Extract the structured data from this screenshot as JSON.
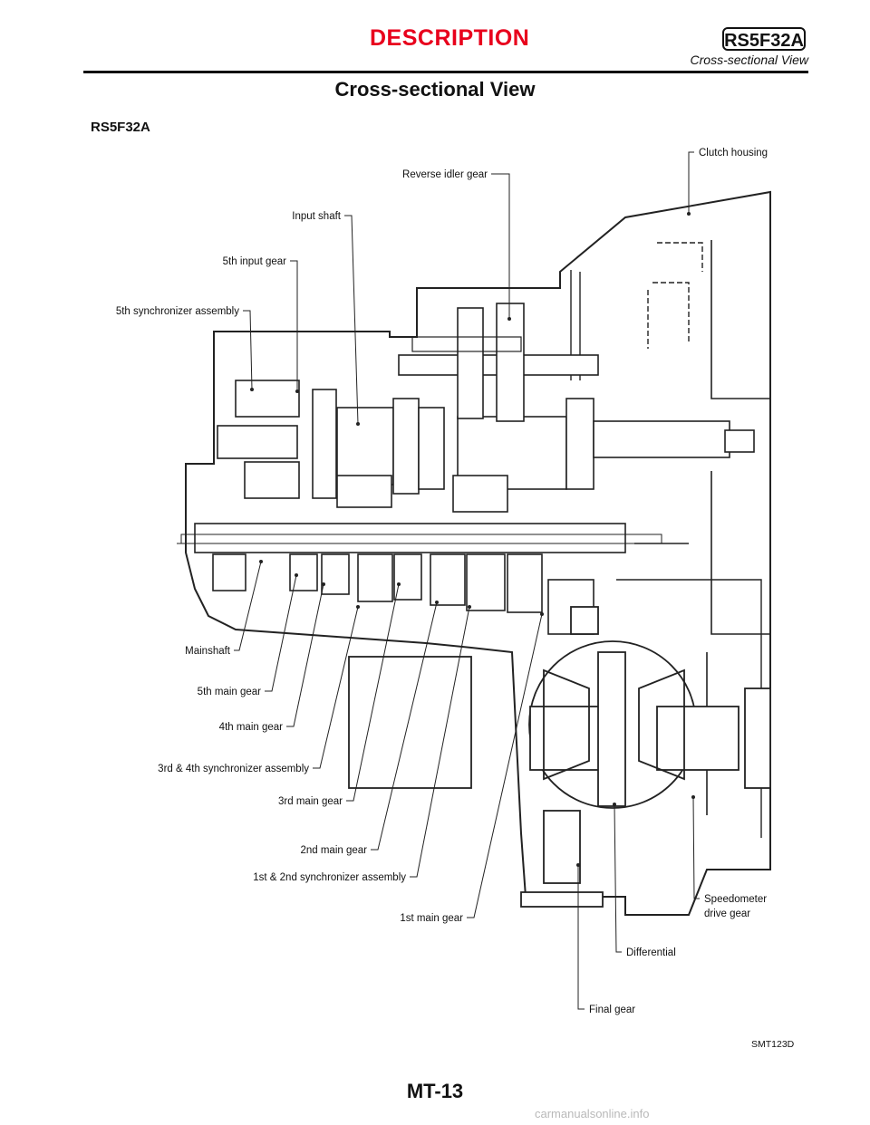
{
  "header": {
    "section": "DESCRIPTION",
    "model_badge": "RS5F32A",
    "subtitle": "Cross-sectional View"
  },
  "page_title": "Cross-sectional View",
  "model_label": "RS5F32A",
  "labels": {
    "clutch_housing": "Clutch housing",
    "reverse_idler_gear": "Reverse idler gear",
    "input_shaft": "Input shaft",
    "fifth_input_gear": "5th input gear",
    "fifth_sync": "5th synchronizer assembly",
    "mainshaft": "Mainshaft",
    "fifth_main_gear": "5th main gear",
    "fourth_main_gear": "4th main gear",
    "third_fourth_sync": "3rd & 4th synchronizer assembly",
    "third_main_gear": "3rd main gear",
    "second_main_gear": "2nd main gear",
    "first_second_sync": "1st & 2nd synchronizer assembly",
    "first_main_gear": "1st main gear",
    "speedometer_l1": "Speedometer",
    "speedometer_l2": "drive gear",
    "differential": "Differential",
    "final_gear": "Final gear"
  },
  "figure_code": "SMT123D",
  "page_number": "MT-13",
  "watermark": "carmanualsonline.info"
}
